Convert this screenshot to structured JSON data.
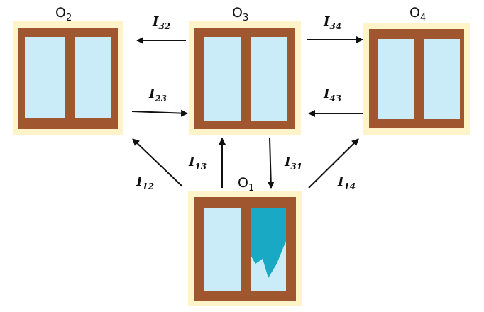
{
  "colors": {
    "frame": "#A0562F",
    "halo": "#FFF3C9",
    "glass": "#C9ECF8",
    "crack": "#1AA9C4",
    "arrow": "#111111"
  },
  "nodes": {
    "o1": {
      "name": "O",
      "sub": "1",
      "state": "broken-glass"
    },
    "o2": {
      "name": "O",
      "sub": "2",
      "state": "intact"
    },
    "o3": {
      "name": "O",
      "sub": "3",
      "state": "intact"
    },
    "o4": {
      "name": "O",
      "sub": "4",
      "state": "intact"
    }
  },
  "edges": {
    "i32": {
      "name": "I",
      "sub": "32",
      "from": "O3",
      "to": "O2"
    },
    "i34": {
      "name": "I",
      "sub": "34",
      "from": "O3",
      "to": "O4"
    },
    "i23": {
      "name": "I",
      "sub": "23",
      "from": "O2",
      "to": "O3"
    },
    "i43": {
      "name": "I",
      "sub": "43",
      "from": "O4",
      "to": "O3"
    },
    "i12": {
      "name": "I",
      "sub": "12",
      "from": "O1",
      "to": "O2"
    },
    "i13": {
      "name": "I",
      "sub": "13",
      "from": "O1",
      "to": "O3"
    },
    "i31": {
      "name": "I",
      "sub": "31",
      "from": "O3",
      "to": "O1"
    },
    "i14": {
      "name": "I",
      "sub": "14",
      "from": "O1",
      "to": "O4"
    }
  }
}
